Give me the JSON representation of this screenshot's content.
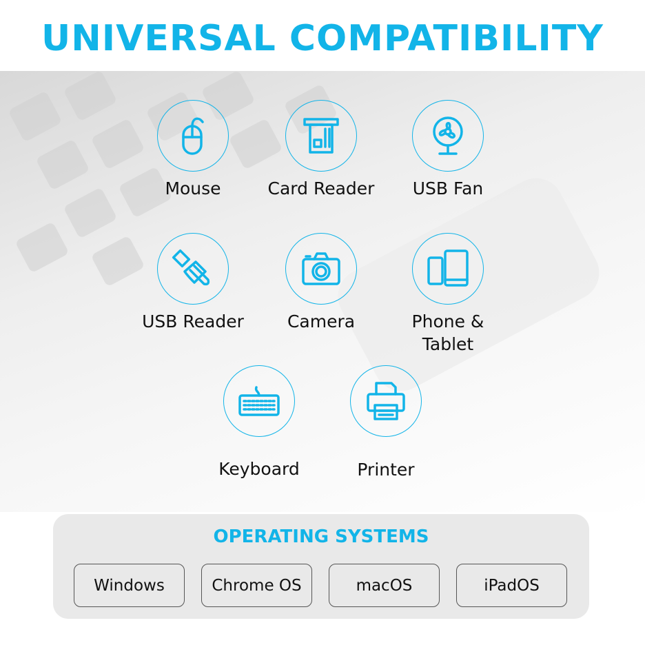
{
  "title": "UNIVERSAL COMPATIBILITY",
  "accent_color": "#12b4e8",
  "devices": [
    {
      "label": "Mouse",
      "icon": "mouse-icon"
    },
    {
      "label": "Card Reader",
      "icon": "card-reader-icon"
    },
    {
      "label": "USB Fan",
      "icon": "fan-icon"
    },
    {
      "label": "USB Reader",
      "icon": "usb-drive-icon"
    },
    {
      "label": "Camera",
      "icon": "camera-icon"
    },
    {
      "label": "Phone & Tablet",
      "icon": "phone-tablet-icon"
    },
    {
      "label": "Keyboard",
      "icon": "keyboard-icon"
    },
    {
      "label": "Printer",
      "icon": "printer-icon"
    }
  ],
  "os": {
    "title": "OPERATING SYSTEMS",
    "items": [
      "Windows",
      "Chrome OS",
      "macOS",
      "iPadOS"
    ]
  }
}
